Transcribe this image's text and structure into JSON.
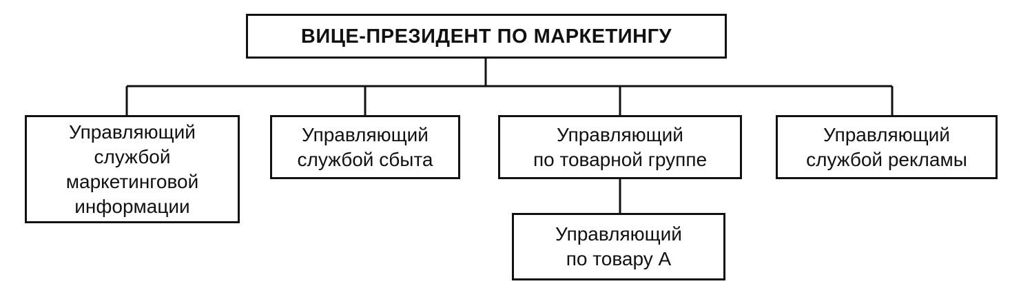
{
  "diagram": {
    "root": {
      "label": "ВИЦЕ-ПРЕЗИДЕНТ ПО МАРКЕТИНГУ"
    },
    "children": [
      {
        "label": "Управляющий\nслужбой\nмаркетинговой\nинформации"
      },
      {
        "label": "Управляющий\nслужбой сбыта"
      },
      {
        "label": "Управляющий\nпо товарной группе"
      },
      {
        "label": "Управляющий\nслужбой рекламы"
      }
    ],
    "sub_child": {
      "label": "Управляющий\nпо товару А",
      "parent_index": 2
    }
  },
  "colors": {
    "line": "#111111",
    "background": "#ffffff"
  }
}
